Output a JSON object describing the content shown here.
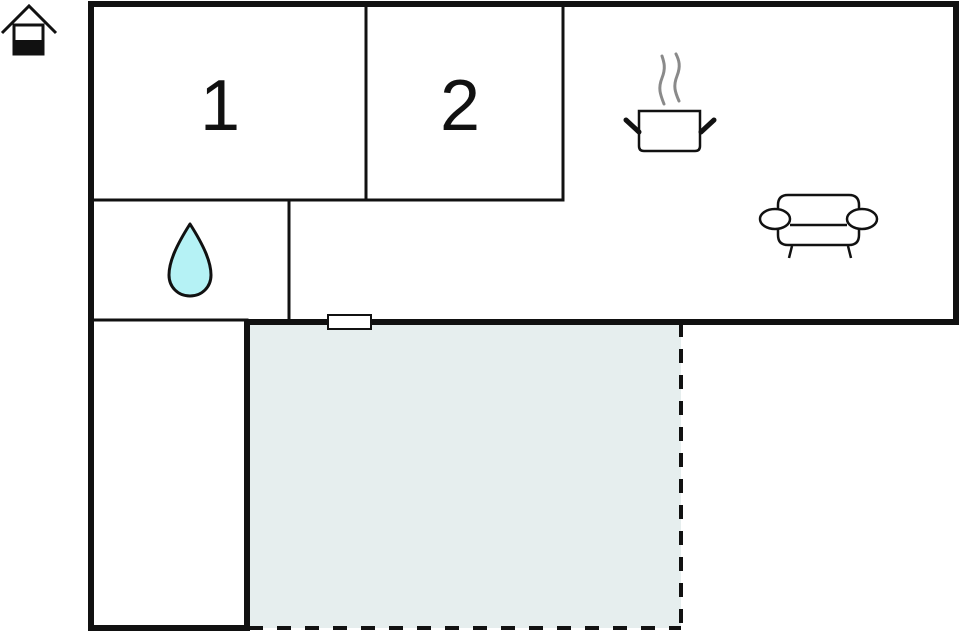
{
  "plan": {
    "colors": {
      "wall": "#111111",
      "background": "#ffffff",
      "terrace_fill": "#e6eeee",
      "water_fill": "#b5f2f5",
      "steam": "#8a8a8a"
    },
    "rooms": [
      {
        "id": "bedroom-1",
        "label": "1"
      },
      {
        "id": "bedroom-2",
        "label": "2"
      },
      {
        "id": "bathroom",
        "icon": "water-drop-icon"
      },
      {
        "id": "kitchen-living",
        "icons": [
          "cooking-pot-icon",
          "sofa-icon"
        ]
      },
      {
        "id": "storage",
        "label": ""
      },
      {
        "id": "terrace",
        "icon": ""
      }
    ],
    "icons": {
      "legend": "house-icon",
      "kitchen": "cooking-pot-icon",
      "living": "sofa-icon",
      "bathroom": "water-drop-icon",
      "entrance": "door-icon"
    }
  }
}
